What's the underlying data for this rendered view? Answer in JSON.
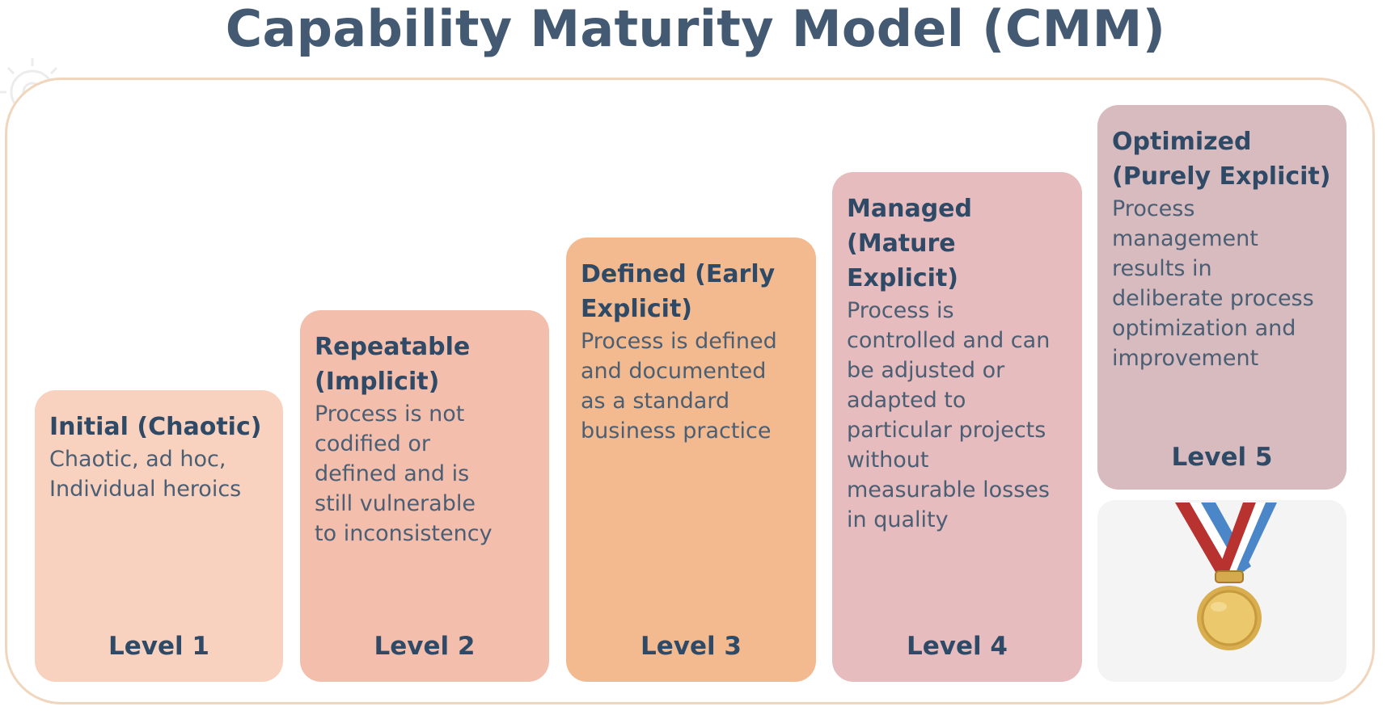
{
  "title": "Capability Maturity Model (CMM)",
  "levels": [
    {
      "title": "Initial (Chaotic)",
      "description": "Chaotic, ad hoc,\nIndividual heroics",
      "level": "Level 1"
    },
    {
      "title": "Repeatable\n(Implicit)",
      "description": "Process is not\ncodified or\ndefined and is\nstill vulnerable\nto inconsistency",
      "level": "Level 2"
    },
    {
      "title": "Defined (Early\nExplicit)",
      "description": "Process is defined\nand documented\nas a standard\nbusiness practice",
      "level": "Level 3"
    },
    {
      "title": "Managed\n(Mature Explicit)",
      "description": "Process is\ncontrolled and can\nbe adjusted or\nadapted to\nparticular projects\nwithout\nmeasurable losses\nin quality",
      "level": "Level 4"
    },
    {
      "title": "Optimized\n(Purely Explicit)",
      "description": "Process\nmanagement\nresults in\ndeliberate process\noptimization and\nimprovement",
      "level": "Level 5"
    }
  ],
  "icons": {
    "decoration": "gear-icon",
    "award": "medal-icon"
  },
  "colors": {
    "title": "#435a72",
    "frame_border": "#f0d6bd",
    "level1": "#f8d2bf",
    "level2": "#f4bead",
    "level3": "#f4ba8f",
    "level4": "#e6bcbe",
    "level5": "#d7bbbf",
    "medal_gold": "#e8c26a",
    "ribbon_red": "#b8322f",
    "ribbon_blue": "#4a86c8"
  }
}
